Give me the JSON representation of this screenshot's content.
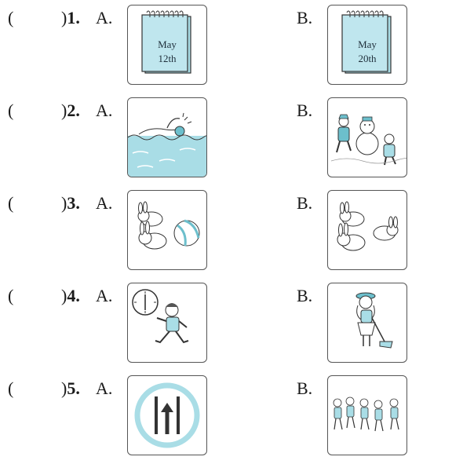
{
  "questions": [
    {
      "number": "1",
      "open_paren": "(",
      "close_paren": ")",
      "options": [
        {
          "label": "A.",
          "picture": "calendar-icon",
          "calendar": {
            "month": "May",
            "day": "12th"
          }
        },
        {
          "label": "B.",
          "picture": "calendar-icon",
          "calendar": {
            "month": "May",
            "day": "20th"
          }
        }
      ]
    },
    {
      "number": "2",
      "open_paren": "(",
      "close_paren": ")",
      "options": [
        {
          "label": "A.",
          "picture": "swimmer-picture"
        },
        {
          "label": "B.",
          "picture": "snowman-kids-picture"
        }
      ]
    },
    {
      "number": "3",
      "open_paren": "(",
      "close_paren": ")",
      "options": [
        {
          "label": "A.",
          "picture": "two-rabbits-ball-picture"
        },
        {
          "label": "B.",
          "picture": "three-rabbits-picture"
        }
      ]
    },
    {
      "number": "4",
      "open_paren": "(",
      "close_paren": ")",
      "options": [
        {
          "label": "A.",
          "picture": "girl-running-clock-picture"
        },
        {
          "label": "B.",
          "picture": "girl-sweeping-picture"
        }
      ]
    },
    {
      "number": "5",
      "open_paren": "(",
      "close_paren": ")",
      "options": [
        {
          "label": "A.",
          "picture": "one-way-sign-picture"
        },
        {
          "label": "B.",
          "picture": "children-line-picture"
        }
      ]
    }
  ],
  "colors": {
    "accent": "#a9dde6",
    "accent_dark": "#6cbfcc",
    "line": "#333333"
  }
}
